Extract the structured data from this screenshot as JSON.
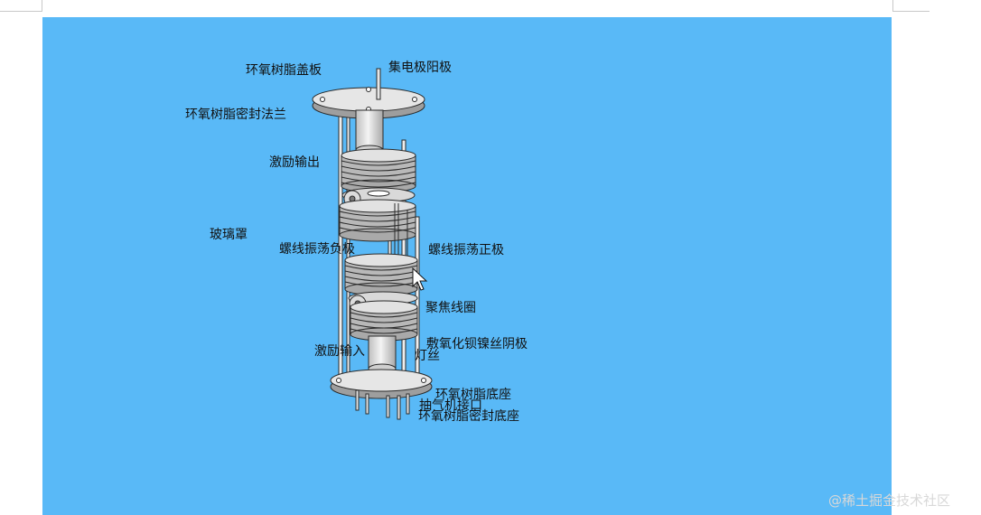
{
  "labels": {
    "epoxy_cover": "环氧树脂盖板",
    "collector_anode": "集电极阳极",
    "epoxy_seal_flange": "环氧树脂密封法兰",
    "excitation_output": "激励输出",
    "glass_cover": "玻璃罩",
    "spiral_negative": "螺线振荡负极",
    "spiral_positive": "螺线振荡正极",
    "focus_coil": "聚焦线圈",
    "excitation_input": "激励输入",
    "cathode": "敷氧化钡镍丝阴极",
    "filament": "灯丝",
    "epoxy_base": "环氧树脂底座",
    "pump_port": "抽气机接口",
    "epoxy_seal_base": "环氧树脂密封底座"
  },
  "watermark": "@稀土掘金技术社区",
  "colors": {
    "background": "#59b9f7",
    "page": "#ffffff",
    "part_fill": "#e6e6e6",
    "outline": "#2a2a2a"
  }
}
